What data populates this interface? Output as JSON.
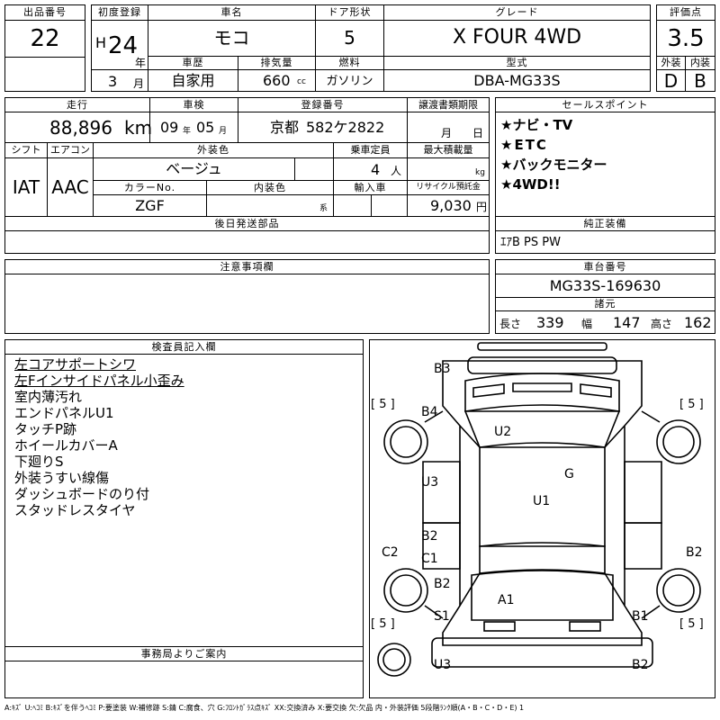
{
  "header": {
    "lot_label": "出品番号",
    "lot": "22",
    "reg_label": "初度登録",
    "era": "H",
    "reg_year": "24",
    "year_unit": "年",
    "reg_month": "3",
    "month_unit": "月",
    "name_label": "車名",
    "name": "モコ",
    "doors_label": "ドア形状",
    "doors": "5",
    "grade_label": "グレード",
    "grade": "X FOUR 4WD",
    "score_label": "評価点",
    "score": "3.5",
    "hist_label": "車歴",
    "hist": "自家用",
    "disp_label": "排気量",
    "disp": "660",
    "disp_unit": "cc",
    "fuel_label": "燃料",
    "fuel": "ガソリン",
    "model_label": "型式",
    "model": "DBA-MG33S",
    "ext_label": "外装",
    "ext": "D",
    "int_label": "内装",
    "int": "B"
  },
  "row2": {
    "mileage_label": "走行",
    "mileage": "88,896",
    "mileage_unit": "km",
    "inspect_label": "車検",
    "insp_year": "09",
    "insp_year_unit": "年",
    "insp_month": "05",
    "insp_month_unit": "月",
    "plate_label": "登録番号",
    "plate_area": "京都",
    "plate_num": "582ケ2822",
    "transfer_label": "譲渡書類期限",
    "tr_month_unit": "月",
    "tr_day_unit": "日"
  },
  "row3": {
    "shift_label": "シフト",
    "shift": "IAT",
    "ac_label": "エアコン",
    "ac": "AAC",
    "color_label": "外装色",
    "color": "ベージュ",
    "cap_label": "乗車定員",
    "cap": "4",
    "cap_unit": "人",
    "load_label": "最大積載量",
    "load_unit": "kg",
    "colorno_label": "カラーNo.",
    "colorno": "ZGF",
    "intcolor_label": "内装色",
    "intcolor_unit": "系",
    "import_label": "輸入車",
    "recycle_label": "リサイクル預託金",
    "recycle": "9,030",
    "recycle_unit": "円"
  },
  "sales": {
    "label": "セールスポイント",
    "points": [
      "★ナビ・TV",
      "★ETC",
      "★バックモニター",
      "★4WD!!"
    ]
  },
  "later": {
    "label": "後日発送部品"
  },
  "equip": {
    "label": "純正装備",
    "value": "ｴｱB PS PW"
  },
  "caution": {
    "label": "注意事項欄"
  },
  "chassis": {
    "label": "車台番号",
    "value": "MG33S-169630",
    "dims_label": "諸元",
    "len_label": "長さ",
    "len": "339",
    "wid_label": "幅",
    "wid": "147",
    "hgt_label": "高さ",
    "hgt": "162"
  },
  "inspector": {
    "label": "検査員記入欄",
    "notes": [
      "左コアサポートシワ",
      "左Fインサイドパネル小歪み",
      "室内薄汚れ",
      "エンドパネルU1",
      "タッチP跡",
      "ホイールカバーA",
      "下廻りS",
      "外装うすい線傷",
      "ダッシュボードのり付",
      "スタッドレスタイヤ"
    ]
  },
  "office": {
    "label": "事務局よりご案内"
  },
  "diagram": {
    "marks": {
      "b3": "B3",
      "b4": "B4",
      "u2": "U2",
      "g": "G",
      "u3a": "U3",
      "u1": "U1",
      "b2a": "B2",
      "c1": "C1",
      "c2": "C2",
      "b2r": "B2",
      "b2b": "B2",
      "a1": "A1",
      "s1": "S1",
      "b1": "B1",
      "u3b": "U3",
      "b2c": "B2"
    },
    "tread": {
      "fl": "[ 5 ]",
      "fr": "[ 5 ]",
      "rl": "[ 5 ]",
      "rr": "[ 5 ]"
    }
  },
  "legend": "A:ｷｽﾞ U:ﾍｺﾐ B:ｷｽﾞを伴うﾍｺﾐ P:要塗装 W:補修跡 S:錆 C:腐食、穴 G:ﾌﾛﾝﾄｶﾞﾗｽ点ｷｽﾞ XX:交換済み X:要交換 欠:欠品 内・外装評価 5段階ﾗﾝｸ順(A・B・C・D・E) 1"
}
